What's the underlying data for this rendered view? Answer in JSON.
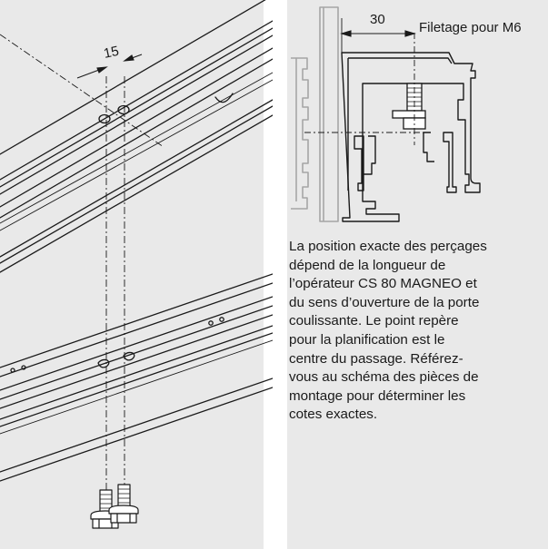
{
  "labels": {
    "hole_spacing": "15",
    "offset": "30",
    "thread": "Filetage pour M6"
  },
  "description": "La position exacte des perçages\ndépend de la longueur de\nl’opérateur CS 80 MAGNEO et\ndu sens d’ouverture de la porte\ncoulissante. Le point repère\npour la planification est le\ncentre du passage. Référez-\nvous au schéma des pièces de\nmontage pour déterminer les\ncotes exactes."
}
